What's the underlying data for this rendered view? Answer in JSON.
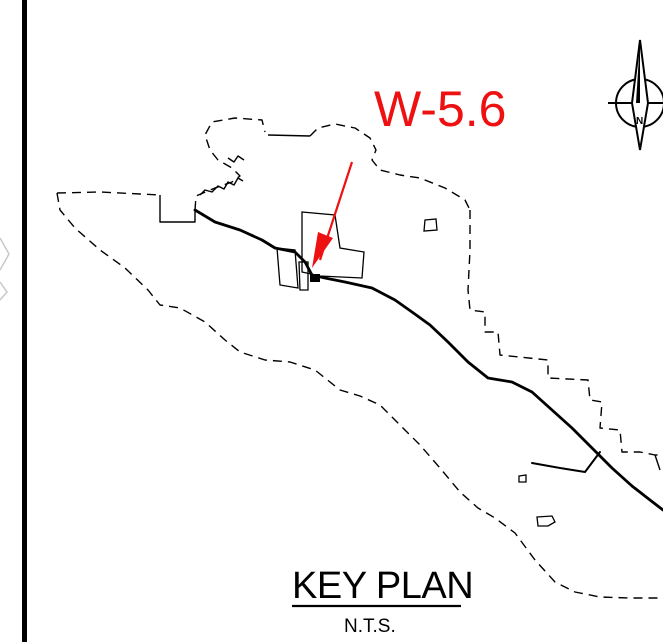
{
  "callout": {
    "label": "W-5.6",
    "color": "#ee1111"
  },
  "north_arrow": {
    "letter": "N"
  },
  "title": {
    "main": "KEY PLAN",
    "scale": "N.T.S."
  },
  "colors": {
    "linework": "#000000",
    "background": "#ffffff",
    "accent": "#ee1111"
  }
}
